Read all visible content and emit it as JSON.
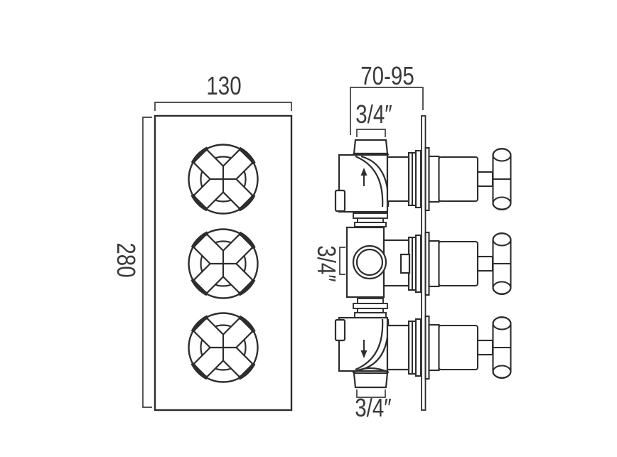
{
  "drawing": {
    "type": "technical-dimension-drawing",
    "views": {
      "front_view": "concealed valve backplate with three cross handles",
      "side_view": "valve body profile with wall plate and connections"
    }
  },
  "labels": {
    "front_width": "130",
    "front_height": "280",
    "installation_depth": "70-95",
    "top_connection": "3/4″",
    "side_connection": "3/4″",
    "bottom_connection": "3/4″"
  },
  "annotations": {
    "top_flow_arrow": "up",
    "bottom_flow_arrow": "down"
  },
  "colors": {
    "line": "#2d2d2d",
    "dimension_line": "#3c3c3c",
    "text": "#3a3a3a",
    "background": "#ffffff"
  }
}
